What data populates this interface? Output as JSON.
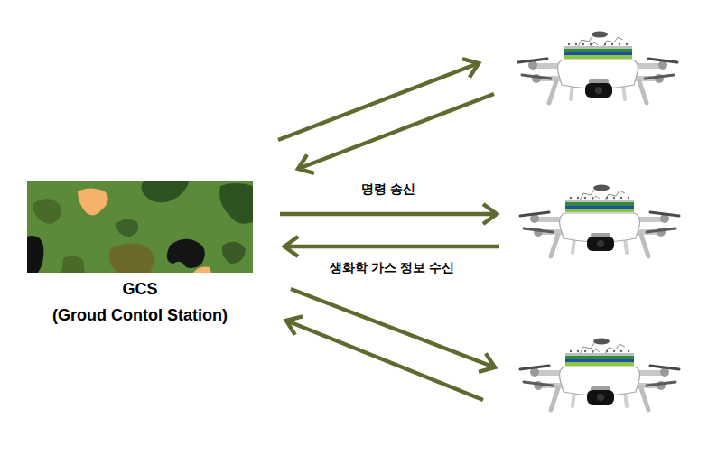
{
  "diagram": {
    "nodes": [
      {
        "text": [
          "GCS",
          "(Groud Contol Station)"
        ]
      },
      {
        "text": []
      },
      {
        "text": []
      },
      {
        "text": []
      }
    ],
    "edges": [
      {
        "from": 0,
        "to": 1,
        "arrow": "to"
      },
      {
        "from": 1,
        "to": 0,
        "arrow": "to"
      },
      {
        "from": 0,
        "to": 2,
        "label": "명령 송신",
        "arrow": "to"
      },
      {
        "from": 2,
        "to": 0,
        "label": "생화학 가스 정보 수신",
        "arrow": "to"
      },
      {
        "from": 0,
        "to": 3,
        "arrow": "to"
      },
      {
        "from": 3,
        "to": 0,
        "arrow": "to"
      }
    ]
  }
}
